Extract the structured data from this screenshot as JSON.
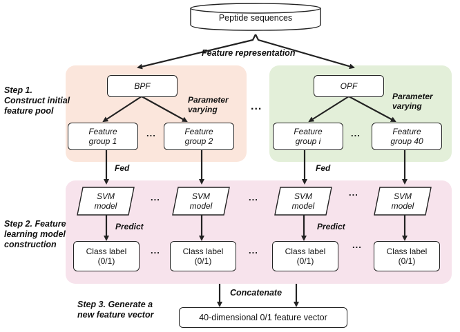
{
  "nodes": {
    "peptide": "Peptide sequences",
    "bpf": "BPF",
    "opf": "OPF",
    "fg1": "Feature\ngroup 1",
    "fg2": "Feature\ngroup 2",
    "fgi": "Feature\ngroup i",
    "fg40": "Feature\ngroup 40",
    "svm": "SVM\nmodel",
    "class_label": "Class label\n(0/1)",
    "feature_vector": "40-dimensional 0/1 feature vector"
  },
  "edge_labels": {
    "feature_representation": "Feature representation",
    "parameter_varying": "Parameter\nvarying",
    "fed": "Fed",
    "predict": "Predict",
    "concatenate": "Concatenate"
  },
  "steps": {
    "step1": "Step 1.\nConstruct initial\nfeature pool",
    "step2": "Step 2. Feature\nlearning model\nconstruction",
    "step3": "Step 3. Generate a\nnew feature vector"
  },
  "ellipsis": "...",
  "colors": {
    "bpf_region": "#fbe6dc",
    "opf_region": "#e3efd9",
    "model_region": "#f7e3ec",
    "stroke": "#222222"
  }
}
